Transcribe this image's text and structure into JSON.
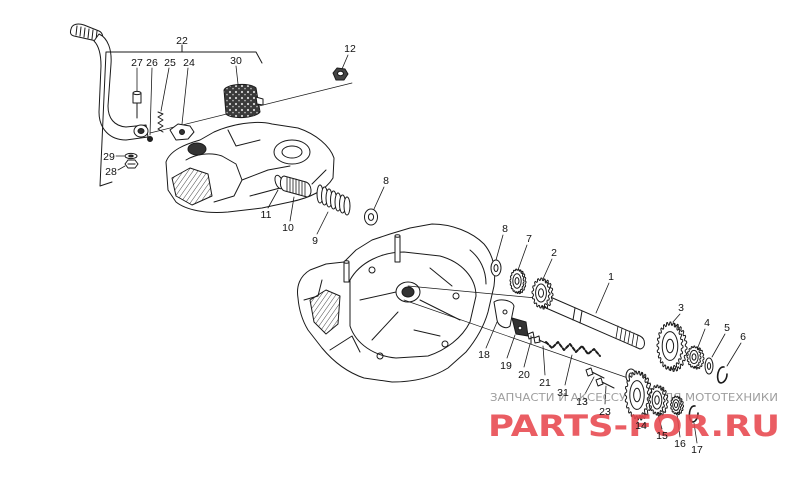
{
  "diagram": {
    "line_color": "#1a1a1a",
    "callouts": [
      "22",
      "27",
      "26",
      "25",
      "24",
      "30",
      "12",
      "29",
      "28",
      "8",
      "11",
      "10",
      "9",
      "8",
      "7",
      "2",
      "1",
      "3",
      "4",
      "5",
      "6",
      "18",
      "19",
      "20",
      "21",
      "31",
      "13",
      "23",
      "14",
      "15",
      "16",
      "17"
    ]
  },
  "watermark": {
    "caption": "ЗАПЧАСТИ И АКСЕССУАРЫ ДЛЯ МОТОТЕХНИКИ",
    "caption_color": "#9e9e9e",
    "logo": "PARTS-FOR.RU",
    "logo_color": "#e8474e"
  }
}
